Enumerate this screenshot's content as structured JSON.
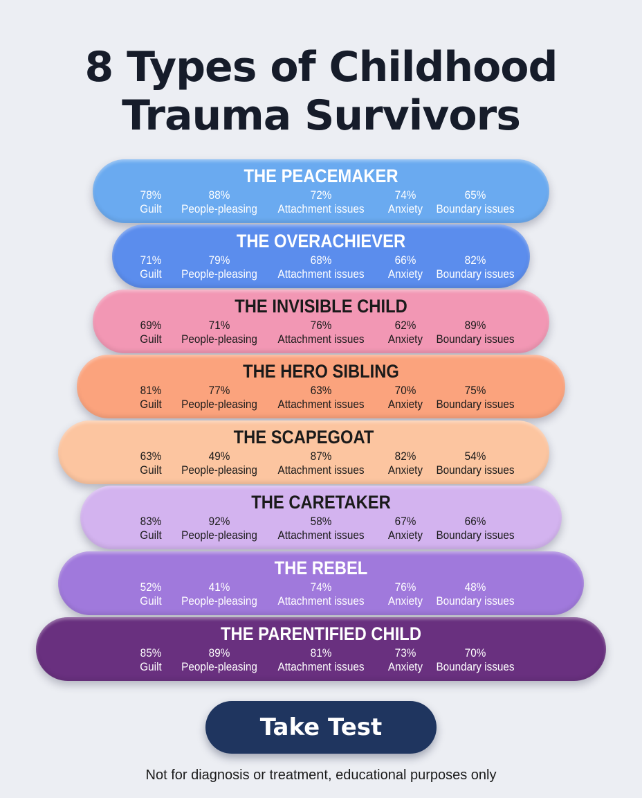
{
  "title_line1": "8 Types of Childhood",
  "title_line2": "Trauma Survivors",
  "types": [
    {
      "name": "THE PEACEMAKER",
      "color": "#6aaaf0",
      "text_color": "#ffffff",
      "stats": [
        {
          "value": "78%",
          "label": "Guilt"
        },
        {
          "value": "88%",
          "label": "People-pleasing"
        },
        {
          "value": "72%",
          "label": "Attachment issues"
        },
        {
          "value": "74%",
          "label": "Anxiety"
        },
        {
          "value": "65%",
          "label": "Boundary issues"
        }
      ]
    },
    {
      "name": "THE OVERACHIEVER",
      "color": "#5b8ded",
      "text_color": "#ffffff",
      "stats": [
        {
          "value": "71%",
          "label": "Guilt"
        },
        {
          "value": "79%",
          "label": "People-pleasing"
        },
        {
          "value": "68%",
          "label": "Attachment issues"
        },
        {
          "value": "66%",
          "label": "Anxiety"
        },
        {
          "value": "82%",
          "label": "Boundary issues"
        }
      ]
    },
    {
      "name": "THE INVISIBLE CHILD",
      "color": "#f297b4",
      "text_color": "#1a1a1a",
      "stats": [
        {
          "value": "69%",
          "label": "Guilt"
        },
        {
          "value": "71%",
          "label": "People-pleasing"
        },
        {
          "value": "76%",
          "label": "Attachment issues"
        },
        {
          "value": "62%",
          "label": "Anxiety"
        },
        {
          "value": "89%",
          "label": "Boundary issues"
        }
      ]
    },
    {
      "name": "THE HERO SIBLING",
      "color": "#fba37d",
      "text_color": "#1a1a1a",
      "stats": [
        {
          "value": "81%",
          "label": "Guilt"
        },
        {
          "value": "77%",
          "label": "People-pleasing"
        },
        {
          "value": "63%",
          "label": "Attachment issues"
        },
        {
          "value": "70%",
          "label": "Anxiety"
        },
        {
          "value": "75%",
          "label": "Boundary issues"
        }
      ]
    },
    {
      "name": "THE SCAPEGOAT",
      "color": "#fcc5a0",
      "text_color": "#1a1a1a",
      "stats": [
        {
          "value": "63%",
          "label": "Guilt"
        },
        {
          "value": "49%",
          "label": "People-pleasing"
        },
        {
          "value": "87%",
          "label": "Attachment issues"
        },
        {
          "value": "82%",
          "label": "Anxiety"
        },
        {
          "value": "54%",
          "label": "Boundary issues"
        }
      ]
    },
    {
      "name": "THE CARETAKER",
      "color": "#d3b3ef",
      "text_color": "#1a1a1a",
      "stats": [
        {
          "value": "83%",
          "label": "Guilt"
        },
        {
          "value": "92%",
          "label": "People-pleasing"
        },
        {
          "value": "58%",
          "label": "Attachment issues"
        },
        {
          "value": "67%",
          "label": "Anxiety"
        },
        {
          "value": "66%",
          "label": "Boundary issues"
        }
      ]
    },
    {
      "name": "THE REBEL",
      "color": "#a079dc",
      "text_color": "#ffffff",
      "stats": [
        {
          "value": "52%",
          "label": "Guilt"
        },
        {
          "value": "41%",
          "label": "People-pleasing"
        },
        {
          "value": "74%",
          "label": "Attachment issues"
        },
        {
          "value": "76%",
          "label": "Anxiety"
        },
        {
          "value": "48%",
          "label": "Boundary issues"
        }
      ]
    },
    {
      "name": "THE PARENTIFIED CHILD",
      "color": "#69307f",
      "text_color": "#ffffff",
      "stats": [
        {
          "value": "85%",
          "label": "Guilt"
        },
        {
          "value": "89%",
          "label": "People-pleasing"
        },
        {
          "value": "81%",
          "label": "Attachment issues"
        },
        {
          "value": "73%",
          "label": "Anxiety"
        },
        {
          "value": "70%",
          "label": "Boundary issues"
        }
      ]
    }
  ],
  "cta_label": "Take Test",
  "disclaimer": "Not for diagnosis or treatment, educational purposes only"
}
